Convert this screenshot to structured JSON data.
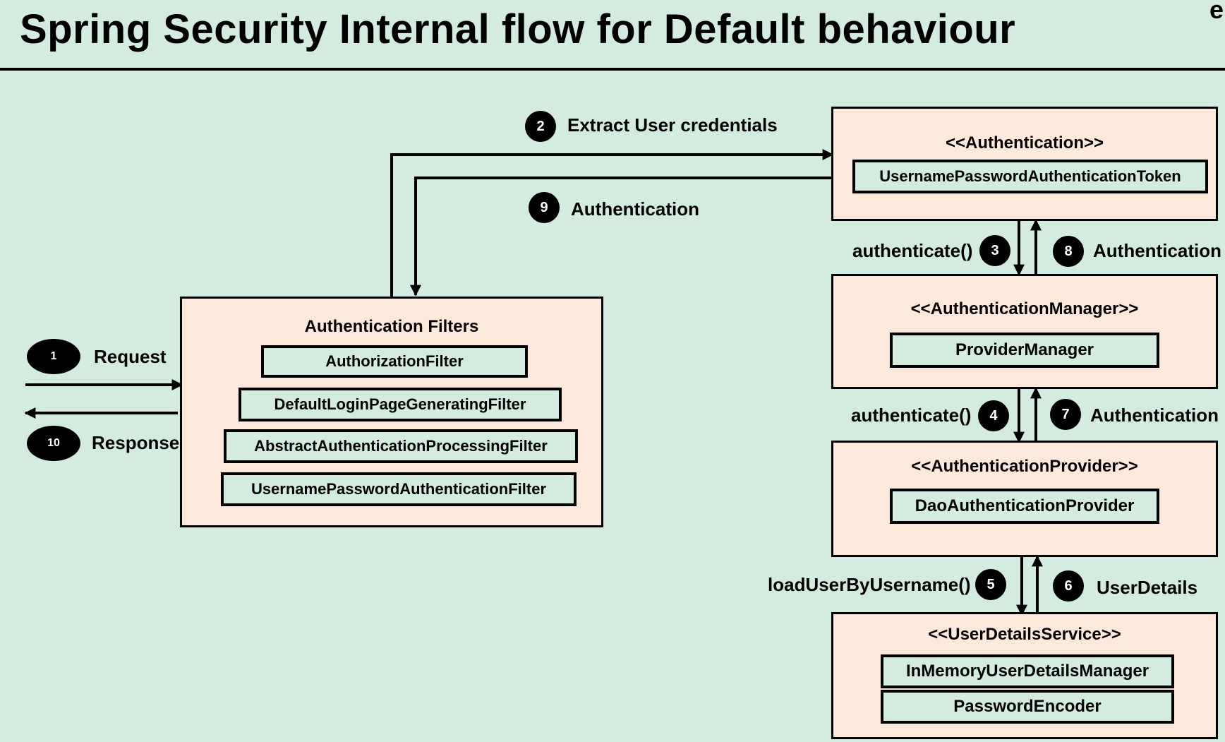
{
  "title": "Spring Security Internal flow for Default behaviour",
  "corner_text": "e b",
  "flow": {
    "request": "Request",
    "response": "Response",
    "steps": [
      {
        "num": "1",
        "label": "Request"
      },
      {
        "num": "2",
        "label": "Extract User credentials"
      },
      {
        "num": "3",
        "label": "authenticate()"
      },
      {
        "num": "4",
        "label": "authenticate()"
      },
      {
        "num": "5",
        "label": "loadUserByUsername()"
      },
      {
        "num": "6",
        "label": "UserDetails"
      },
      {
        "num": "7",
        "label": "Authentication"
      },
      {
        "num": "8",
        "label": "Authentication"
      },
      {
        "num": "9",
        "label": "Authentication"
      },
      {
        "num": "10",
        "label": "Response"
      }
    ]
  },
  "filters_box": {
    "title": "Authentication Filters",
    "items": [
      "AuthorizationFilter",
      "DefaultLoginPageGeneratingFilter",
      "AbstractAuthenticationProcessingFilter",
      "UsernamePasswordAuthenticationFilter"
    ]
  },
  "authentication_box": {
    "title": "<<Authentication>>",
    "item": "UsernamePasswordAuthenticationToken"
  },
  "manager_box": {
    "title": "<<AuthenticationManager>>",
    "item": "ProviderManager"
  },
  "provider_box": {
    "title": "<<AuthenticationProvider>>",
    "item": "DaoAuthenticationProvider"
  },
  "uds_box": {
    "title": "<<UserDetailsService>>",
    "items": [
      "InMemoryUserDetailsManager",
      "PasswordEncoder"
    ]
  },
  "colors": {
    "background": "#d4ebdf",
    "box_fill": "#fde9dc",
    "stroke": "#000000"
  }
}
